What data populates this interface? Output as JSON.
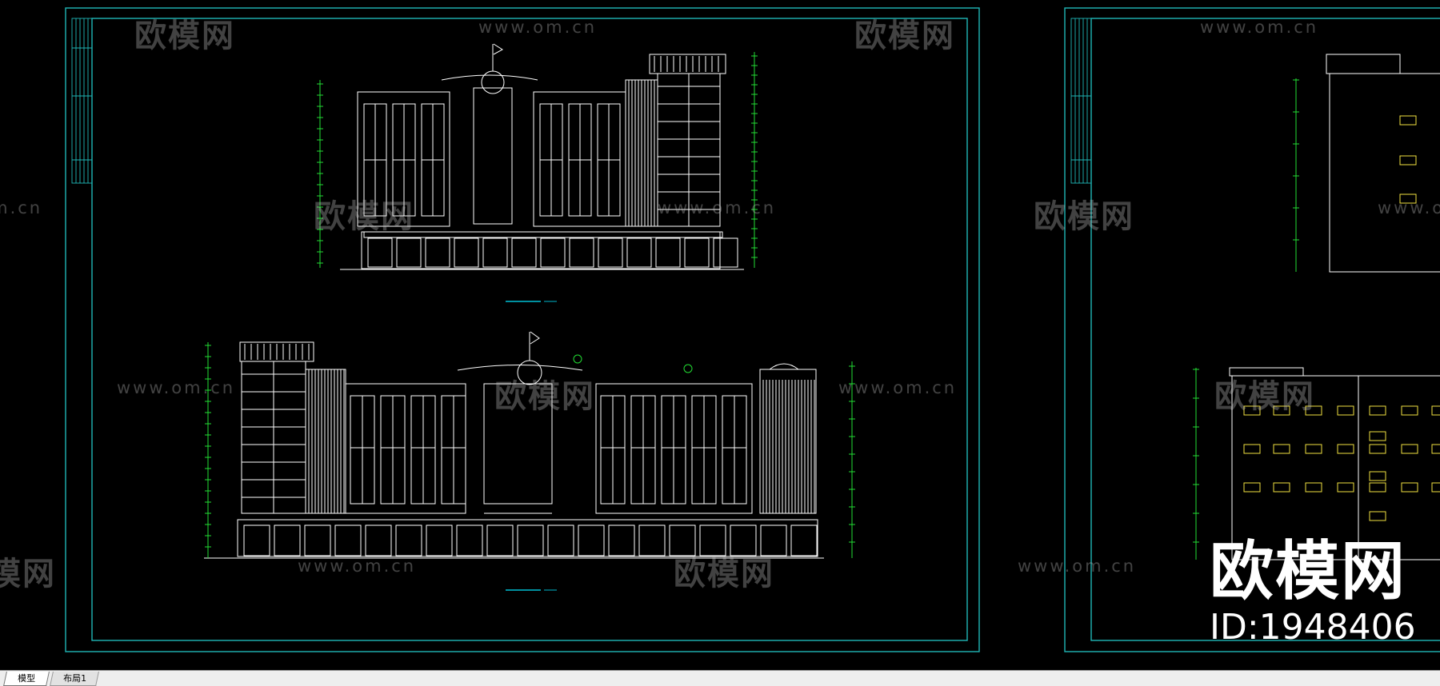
{
  "watermark": {
    "brand_cn": "欧模网",
    "url": "www.om.cn"
  },
  "brand_overlay": {
    "logo_text": "欧模网",
    "id_text": "ID:1948406"
  },
  "layout_tabs": [
    {
      "label": "模型",
      "active": true
    },
    {
      "label": "布局1",
      "active": false
    }
  ],
  "colors": {
    "background": "#000000",
    "frame": "#1fb6b6",
    "linework": "#ffffff",
    "dimension": "#22dd33",
    "annotation": "#00e5ff",
    "window_fill": "#f0e040"
  }
}
